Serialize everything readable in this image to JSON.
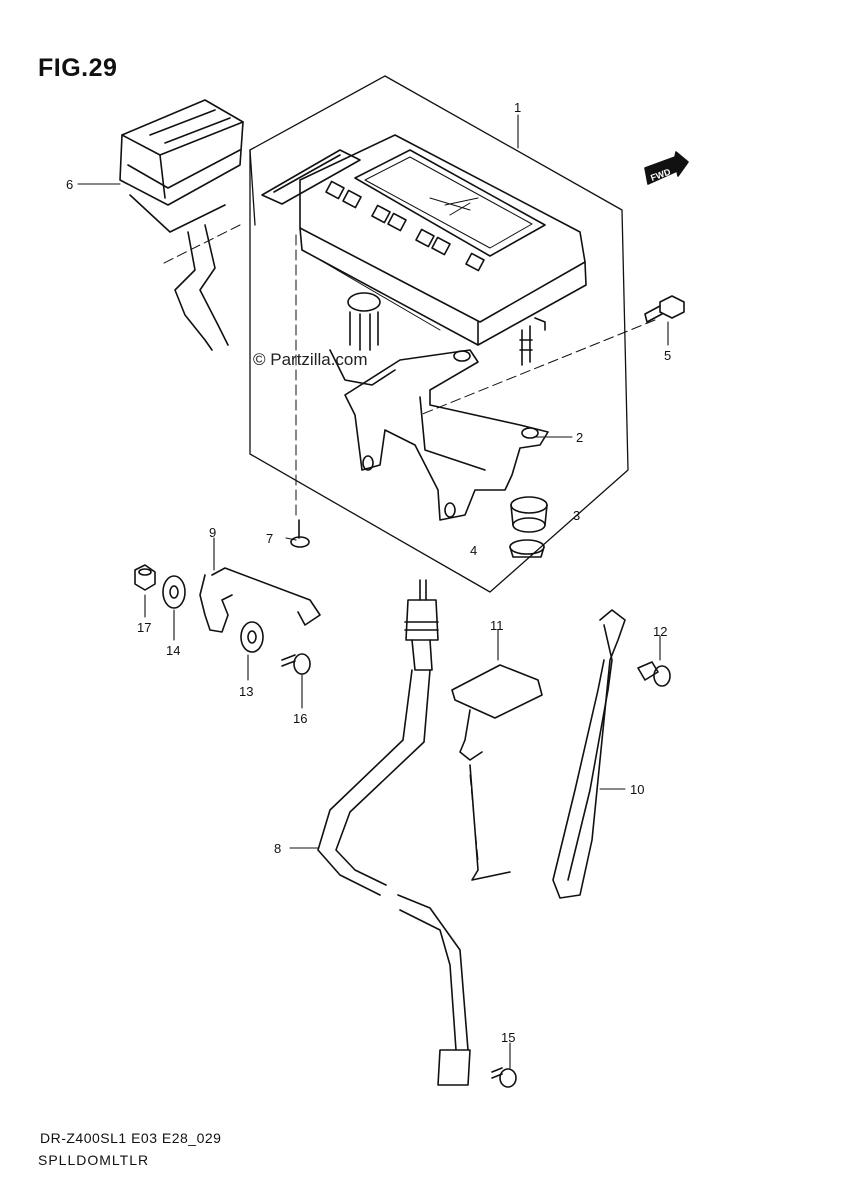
{
  "figure": {
    "title": "FIG.29",
    "watermark": "© Partzilla.com",
    "model_code": "DR-Z400SL1 E03 E28_029",
    "section_name": "SPLLDOMLTLR",
    "direction_badge": "FWD"
  },
  "callouts": [
    "1",
    "2",
    "3",
    "4",
    "5",
    "6",
    "7",
    "8",
    "9",
    "10",
    "11",
    "12",
    "13",
    "14",
    "15",
    "16",
    "17"
  ]
}
